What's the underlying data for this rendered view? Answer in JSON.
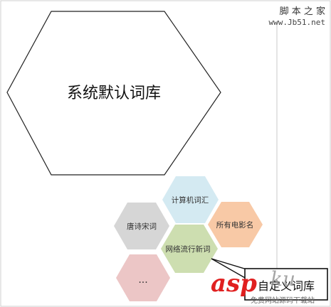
{
  "watermark": {
    "site_name": "脚 本 之 家",
    "site_url": "www.Jb51.net",
    "asp_logo": "asp",
    "ku_logo": "ku",
    "footer": "免费网站源码下载站"
  },
  "diagram": {
    "main_hexagon_label": "系统默认词库",
    "hexagons": {
      "computer": {
        "label": "计算机词汇",
        "color": "#d4eaf2"
      },
      "movie": {
        "label": "所有电影名",
        "color": "#f8c9a6"
      },
      "poetry": {
        "label": "唐诗宋词",
        "color": "#d6d6d6"
      },
      "internet": {
        "label": "网络流行新词",
        "color": "#cddeb0"
      },
      "more": {
        "label": "...",
        "color": "#ecc6c6"
      }
    },
    "callout_label": "自定义词库"
  }
}
